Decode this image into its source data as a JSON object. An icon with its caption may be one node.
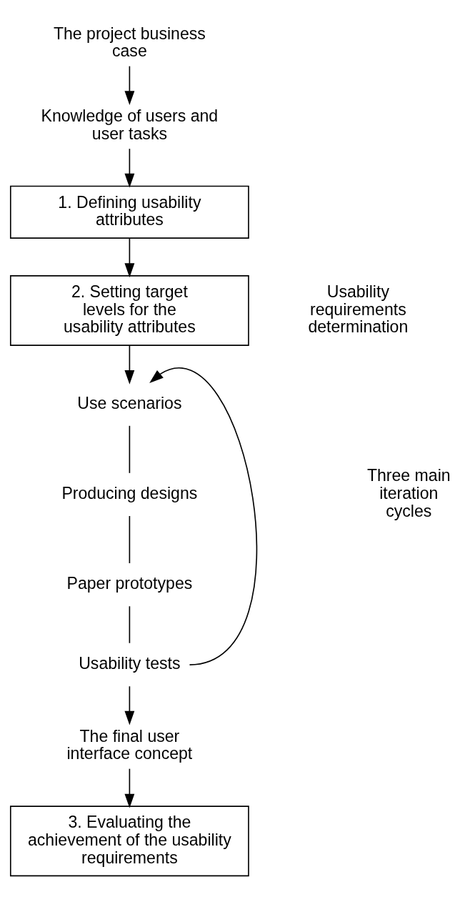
{
  "diagram": {
    "nodes": [
      {
        "text": [
          "The project business case"
        ]
      },
      {
        "text": [
          "Knowledge of users and user tasks"
        ]
      },
      {
        "text": [
          "1. Defining usability attributes"
        ]
      },
      {
        "text": [
          "2. Setting target levels for the usability attributes"
        ]
      },
      {
        "text": [
          "Use scenarios"
        ]
      },
      {
        "text": [
          "Producing designs"
        ]
      },
      {
        "text": [
          "Paper prototypes"
        ]
      },
      {
        "text": [
          "Usability tests"
        ]
      },
      {
        "text": [
          "The final user interface concept"
        ]
      },
      {
        "text": [
          "3. Evaluating the achievement of the usability requirements"
        ]
      }
    ],
    "edges": [
      {
        "from": 0,
        "to": 1,
        "arrow": "to"
      },
      {
        "from": 1,
        "to": 2,
        "arrow": "to"
      },
      {
        "from": 2,
        "to": 3,
        "arrow": "to"
      },
      {
        "from": 3,
        "to": 4,
        "arrow": "to"
      },
      {
        "from": 4,
        "to": 5,
        "arrow": "none"
      },
      {
        "from": 5,
        "to": 6,
        "arrow": "none"
      },
      {
        "from": 6,
        "to": 7,
        "arrow": "none"
      },
      {
        "from": 7,
        "to": 4,
        "arrow": "to"
      },
      {
        "from": 7,
        "to": 8,
        "arrow": "to"
      },
      {
        "from": 8,
        "to": 9,
        "arrow": "to"
      }
    ],
    "labels": [
      "Usability requirements determination",
      "Three main iteration cycles"
    ]
  }
}
